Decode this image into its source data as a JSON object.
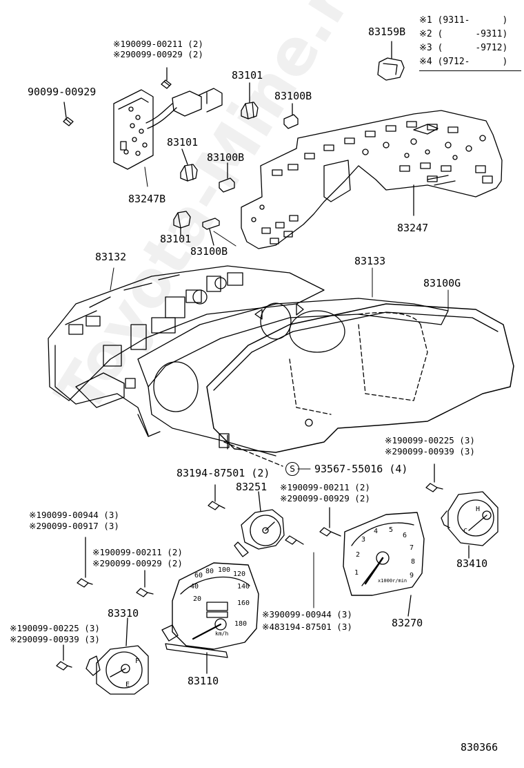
{
  "diagram_id": "830366",
  "watermark": "Toyota-Mine.ru",
  "legend": [
    "※1 (9311-      )",
    "※2 (      -9311)",
    "※3 (      -9712)",
    "※4 (9712-      )"
  ],
  "parts": {
    "p83159B": "83159B",
    "p90099_00929": "90099-00929",
    "p_screw_top_1": "※190099-00211 (2)",
    "p_screw_top_2": "※290099-00929 (2)",
    "p83101_a": "83101",
    "p83100B_a": "83100B",
    "p83101_b": "83101",
    "p83100B_b": "83100B",
    "p83247B": "83247B",
    "p83247": "83247",
    "p83101_c": "83101",
    "p83100B_c": "83100B",
    "p83132": "83132",
    "p83133": "83133",
    "p83100G": "83100G",
    "p_s_symbol": "S",
    "p93567": "93567-55016 (4)",
    "p83194": "83194-87501 (2)",
    "p83251": "83251",
    "p_mid_screw_1": "※190099-00211 (2)",
    "p_mid_screw_2": "※290099-00929 (2)",
    "p_right_screw_1": "※190099-00225 (3)",
    "p_right_screw_2": "※290099-00939 (3)",
    "p83410": "83410",
    "p_left_screw_1": "※190099-00944 (3)",
    "p_left_screw_2": "※290099-00917 (3)",
    "p_left2_screw_1": "※190099-00211 (2)",
    "p_left2_screw_2": "※290099-00929 (2)",
    "p83310": "83310",
    "p_ll_screw_1": "※190099-00225 (3)",
    "p_ll_screw_2": "※290099-00939 (3)",
    "p_bot_screw_1": "※390099-00944 (3)",
    "p_bot_screw_2": "※483194-87501 (3)",
    "p83270": "83270",
    "p83110": "83110"
  },
  "gauges": {
    "speedo_ticks": [
      "20",
      "40",
      "60",
      "80",
      "100",
      "120",
      "140",
      "160",
      "180"
    ],
    "speedo_unit": "km/h",
    "tacho_ticks": [
      "1",
      "2",
      "3",
      "4",
      "5",
      "6",
      "7",
      "8",
      "9"
    ],
    "tacho_unit": "x1000r/min",
    "fuel_marks": [
      "F",
      "E"
    ],
    "temp_marks": [
      "H",
      "C"
    ]
  }
}
